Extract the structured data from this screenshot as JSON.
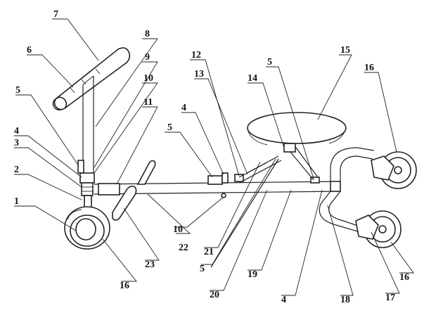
{
  "labels": {
    "l1": "1",
    "l2": "2",
    "l3": "3",
    "l4a": "4",
    "l5a": "5",
    "l6": "6",
    "l7": "7",
    "l8": "8",
    "l9": "9",
    "l10a": "10",
    "l11": "11",
    "l4b": "4",
    "l5b": "5",
    "l12": "12",
    "l13": "13",
    "l14": "14",
    "l5c": "5",
    "l15": "15",
    "l16a": "16",
    "l16b": "16",
    "l16c": "16",
    "l10b": "10",
    "l22": "22",
    "l23": "23",
    "l21": "21",
    "l5d": "5",
    "l20": "20",
    "l19": "19",
    "l4c": "4",
    "l18": "18",
    "l17": "17"
  }
}
